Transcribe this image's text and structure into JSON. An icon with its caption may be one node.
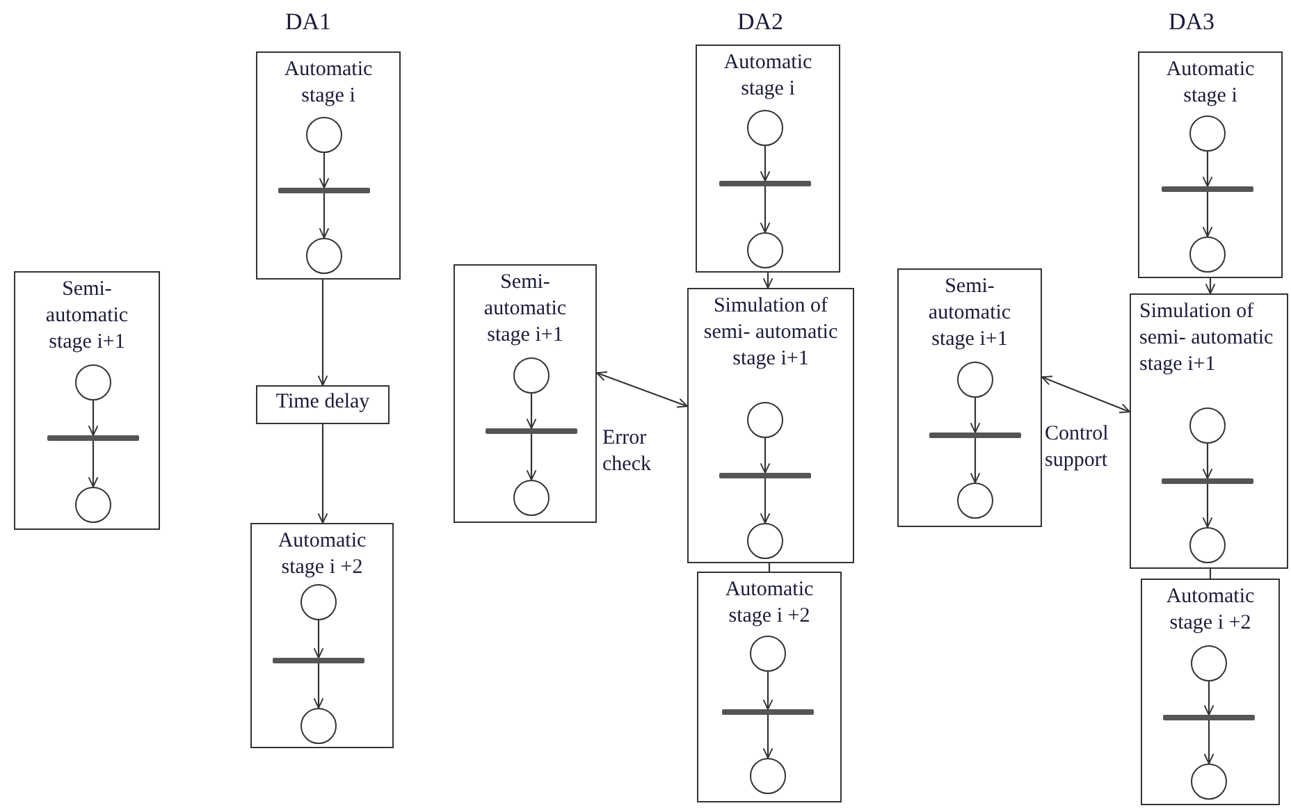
{
  "diagram": {
    "nodes": [
      {
        "text": [
          "Semi- automatic stage i+1"
        ]
      },
      {
        "text": [],
        "shape": "circle",
        "in": 0
      },
      {
        "text": [],
        "shape": "bar",
        "in": 0
      },
      {
        "text": [],
        "shape": "circle",
        "in": 0
      },
      {
        "text": [
          "Automatic stage i"
        ]
      },
      {
        "text": [],
        "shape": "circle",
        "in": 4
      },
      {
        "text": [],
        "shape": "bar",
        "in": 4
      },
      {
        "text": [],
        "shape": "circle",
        "in": 4
      },
      {
        "text": [
          "Time delay"
        ]
      },
      {
        "text": [
          "Automatic stage i +2"
        ]
      },
      {
        "text": [],
        "shape": "circle",
        "in": 9
      },
      {
        "text": [],
        "shape": "bar",
        "in": 9
      },
      {
        "text": [],
        "shape": "circle",
        "in": 9
      },
      {
        "text": [
          "Semi- automatic stage i+1"
        ]
      },
      {
        "text": [],
        "shape": "circle",
        "in": 13
      },
      {
        "text": [],
        "shape": "bar",
        "in": 13
      },
      {
        "text": [],
        "shape": "circle",
        "in": 13
      },
      {
        "text": [
          "Automatic stage i"
        ]
      },
      {
        "text": [],
        "shape": "circle",
        "in": 17
      },
      {
        "text": [],
        "shape": "bar",
        "in": 17
      },
      {
        "text": [],
        "shape": "circle",
        "in": 17
      },
      {
        "text": [
          "Simulation of semi- automatic stage i+1"
        ]
      },
      {
        "text": [],
        "shape": "circle",
        "in": 21
      },
      {
        "text": [],
        "shape": "bar",
        "in": 21
      },
      {
        "text": [],
        "shape": "circle",
        "in": 21
      },
      {
        "text": [
          "Automatic stage i +2"
        ]
      },
      {
        "text": [],
        "shape": "circle",
        "in": 25
      },
      {
        "text": [],
        "shape": "bar",
        "in": 25
      },
      {
        "text": [],
        "shape": "circle",
        "in": 25
      },
      {
        "text": [
          "Semi- automatic stage i+1"
        ]
      },
      {
        "text": [],
        "shape": "circle",
        "in": 29
      },
      {
        "text": [],
        "shape": "bar",
        "in": 29
      },
      {
        "text": [],
        "shape": "circle",
        "in": 29
      },
      {
        "text": [
          "Automatic stage i"
        ]
      },
      {
        "text": [],
        "shape": "circle",
        "in": 33
      },
      {
        "text": [],
        "shape": "bar",
        "in": 33
      },
      {
        "text": [],
        "shape": "circle",
        "in": 33
      },
      {
        "text": [
          "Simulation of semi- automatic stage i+1"
        ]
      },
      {
        "text": [],
        "shape": "circle",
        "in": 37
      },
      {
        "text": [],
        "shape": "bar",
        "in": 37
      },
      {
        "text": [],
        "shape": "circle",
        "in": 37
      },
      {
        "text": [
          "Automatic stage i +2"
        ]
      },
      {
        "text": [],
        "shape": "circle",
        "in": 41
      },
      {
        "text": [],
        "shape": "bar",
        "in": 41
      },
      {
        "text": [],
        "shape": "circle",
        "in": 41
      }
    ],
    "edges": [
      {
        "from": 1,
        "to": 2,
        "arrow": "to"
      },
      {
        "from": 2,
        "to": 3,
        "arrow": "to"
      },
      {
        "from": 5,
        "to": 6,
        "arrow": "to"
      },
      {
        "from": 6,
        "to": 7,
        "arrow": "to"
      },
      {
        "from": 10,
        "to": 11,
        "arrow": "to"
      },
      {
        "from": 11,
        "to": 12,
        "arrow": "to"
      },
      {
        "from": 14,
        "to": 15,
        "arrow": "to"
      },
      {
        "from": 15,
        "to": 16,
        "arrow": "to"
      },
      {
        "from": 18,
        "to": 19,
        "arrow": "to"
      },
      {
        "from": 19,
        "to": 20,
        "arrow": "to"
      },
      {
        "from": 22,
        "to": 23,
        "arrow": "to"
      },
      {
        "from": 23,
        "to": 24,
        "arrow": "to"
      },
      {
        "from": 26,
        "to": 27,
        "arrow": "to"
      },
      {
        "from": 27,
        "to": 28,
        "arrow": "to"
      },
      {
        "from": 30,
        "to": 31,
        "arrow": "to"
      },
      {
        "from": 31,
        "to": 32,
        "arrow": "to"
      },
      {
        "from": 34,
        "to": 35,
        "arrow": "to"
      },
      {
        "from": 35,
        "to": 36,
        "arrow": "to"
      },
      {
        "from": 38,
        "to": 39,
        "arrow": "to"
      },
      {
        "from": 39,
        "to": 40,
        "arrow": "to"
      },
      {
        "from": 42,
        "to": 43,
        "arrow": "to"
      },
      {
        "from": 43,
        "to": 44,
        "arrow": "to"
      },
      {
        "from": 4,
        "to": 8,
        "arrow": "to"
      },
      {
        "from": 8,
        "to": 9,
        "arrow": "to"
      },
      {
        "from": 17,
        "to": 21,
        "arrow": "to"
      },
      {
        "from": 21,
        "to": 25,
        "arrow": "none"
      },
      {
        "from": 13,
        "to": 21,
        "arrow": "both",
        "label": "Error check"
      },
      {
        "from": 33,
        "to": 37,
        "arrow": "to"
      },
      {
        "from": 37,
        "to": 41,
        "arrow": "none"
      },
      {
        "from": 29,
        "to": 37,
        "arrow": "both",
        "label": "Control support"
      }
    ],
    "labels": [
      "DA1",
      "DA2",
      "DA3"
    ]
  }
}
